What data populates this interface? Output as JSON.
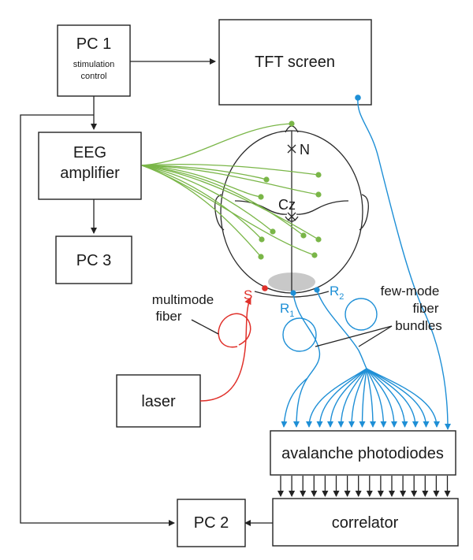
{
  "boxes": {
    "pc1": {
      "title": "PC 1",
      "subtitle_line1": "stimulation",
      "subtitle_line2": "control"
    },
    "tft": {
      "label": "TFT screen"
    },
    "eeg": {
      "line1": "EEG",
      "line2": "amplifier"
    },
    "pc3": {
      "label": "PC 3"
    },
    "laser": {
      "label": "laser"
    },
    "apd": {
      "label": "avalanche photodiodes"
    },
    "correlator": {
      "label": "correlator"
    },
    "pc2": {
      "label": "PC 2"
    }
  },
  "head_labels": {
    "nasion": "N",
    "vertex": "Cz"
  },
  "source_label": "S",
  "receivers": {
    "r1": "R",
    "r1_sub": "1",
    "r2": "R",
    "r2_sub": "2"
  },
  "annotations": {
    "multimode_line1": "multimode",
    "multimode_line2": "fiber",
    "fewmode_line1": "few-mode",
    "fewmode_line2": "fiber",
    "fewmode_line3": "bundles"
  },
  "colors": {
    "eeg_electrodes": "#7ab648",
    "detection_fibers": "#1e8fd6",
    "source_fiber": "#e0302a",
    "outline": "#222222"
  }
}
